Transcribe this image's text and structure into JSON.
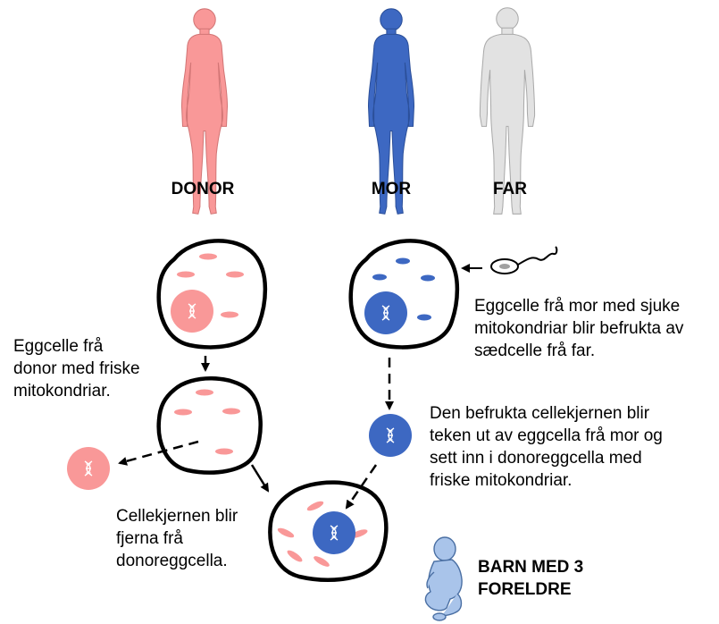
{
  "people": {
    "donor": "DONOR",
    "mor": "MOR",
    "far": "FAR"
  },
  "captions": {
    "donor_egg": "Eggcelle frå\ndonor med friske\nmitokondriar.",
    "mor_egg": "Eggcelle frå mor med sjuke\nmitokondriar blir befrukta av\nsædcelle frå far.",
    "nucleus_moved": "Den befrukta cellekjernen blir\nteken ut av eggcella frå mor og\nsett inn i donoreggcella med\nfriske mitokondriar.",
    "nucleus_removed": "Cellekjernen blir\nfjerna frå\ndonoreggcella.",
    "child": "BARN MED 3\nFORELDRE"
  },
  "colors": {
    "donor": "#f99898",
    "mor": "#3d68c2",
    "far": "#e2e2e2",
    "child": "#a9c4ea",
    "outline": "#000000"
  },
  "icons": [
    "woman-silhouette-icon",
    "man-silhouette-icon",
    "sperm-icon",
    "dna-icon",
    "baby-icon"
  ]
}
